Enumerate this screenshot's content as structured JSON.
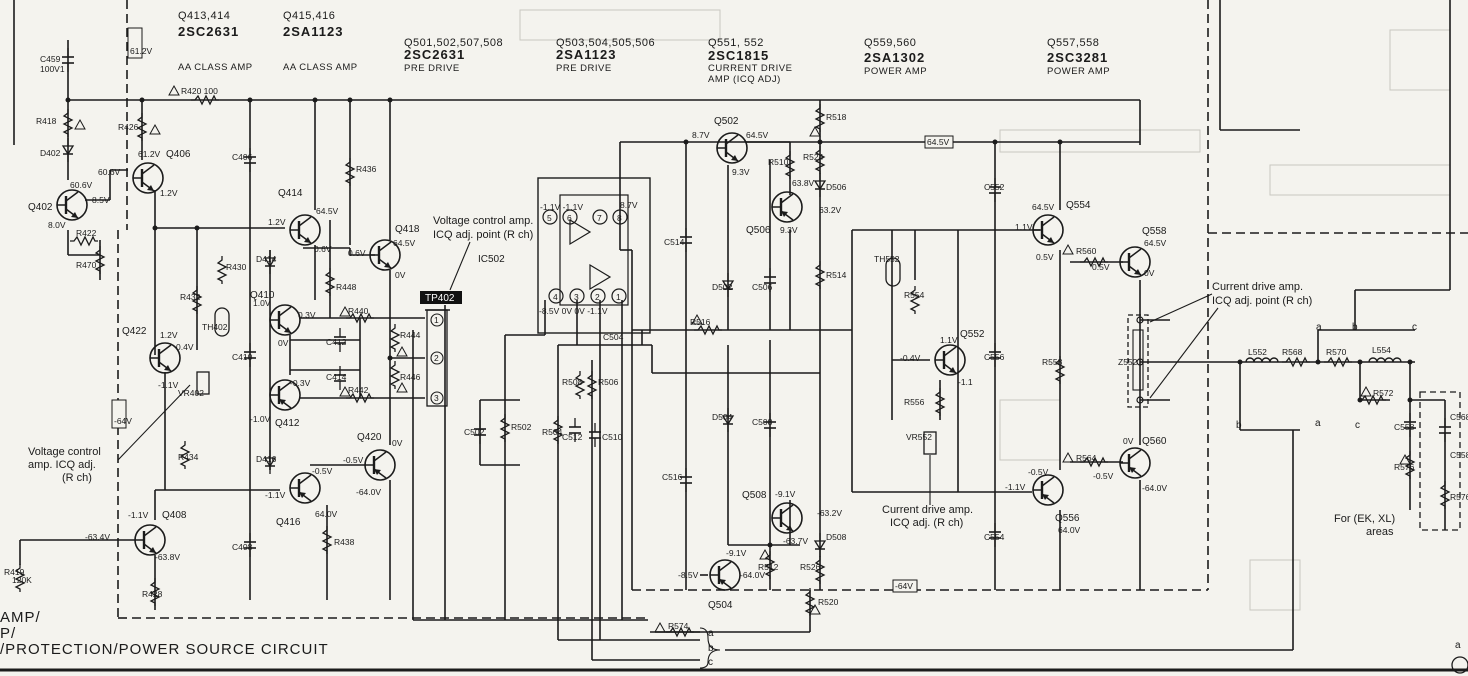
{
  "headers": [
    {
      "ref": "Q413,414",
      "type": "2SC2631",
      "func": "AA CLASS AMP"
    },
    {
      "ref": "Q415,416",
      "type": "2SA1123",
      "func": "AA CLASS AMP"
    },
    {
      "ref": "Q501,502,507,508",
      "type": "2SC2631",
      "func": "PRE DRIVE"
    },
    {
      "ref": "Q503,504,505,506",
      "type": "2SA1123",
      "func": "PRE DRIVE"
    },
    {
      "ref": "Q551, 552",
      "type": "2SC1815",
      "func": "CURRENT DRIVE",
      "func2": "AMP (ICQ ADJ)"
    },
    {
      "ref": "Q559,560",
      "type": "2SA1302",
      "func": "POWER AMP"
    },
    {
      "ref": "Q557,558",
      "type": "2SC3281",
      "func": "POWER AMP"
    }
  ],
  "transistors": {
    "q402": "Q402",
    "q406": "Q406",
    "q408": "Q408",
    "q410": "Q410",
    "q412": "Q412",
    "q414": "Q414",
    "q416": "Q416",
    "q418": "Q418",
    "q420": "Q420",
    "q422": "Q422",
    "q502": "Q502",
    "q504": "Q504",
    "q506": "Q506",
    "q508": "Q508",
    "q552": "Q552",
    "q554": "Q554",
    "q556": "Q556",
    "q558": "Q558",
    "q560": "Q560"
  },
  "ic": {
    "name": "IC502",
    "pins_top": [
      "5",
      "6",
      "7",
      "8"
    ],
    "pins_bottom": [
      "4",
      "3",
      "2",
      "1"
    ],
    "v_top": "-1.1V -1.1V",
    "v_top_r": "8.7V",
    "v_bot": "-8.5V  0V  0V -1.1V"
  },
  "testpoint": {
    "label": "TP402",
    "pins": [
      "1",
      "2",
      "3"
    ]
  },
  "components": {
    "c459": "C459",
    "c459v": "100V1",
    "r418": "R418",
    "d402": "D402",
    "r420": "R420  100",
    "r426": "R426",
    "c406": "C406",
    "r436": "R436",
    "r422": "R422",
    "r470": "R470",
    "d414": "D414",
    "r430": "R430",
    "r432": "R432",
    "th402": "TH402",
    "r448": "R448",
    "r440": "R440",
    "c412": "C412",
    "r444": "R444",
    "c410": "C410",
    "c414": "C414",
    "r442": "R442",
    "r446": "R446",
    "vr402": "VR402",
    "r434": "R434",
    "d416": "D416",
    "c408": "C408",
    "r438": "R438",
    "r428": "R428",
    "r419": "R419",
    "r419v": "120K",
    "r518": "R518",
    "r510": "R510",
    "r524": "R524",
    "d506": "D506",
    "c514": "C514",
    "d502": "D502",
    "r516": "R516",
    "c506": "C506",
    "r514": "R514",
    "c502": "C502",
    "r502": "R502",
    "c504": "C504",
    "r508": "R508",
    "r506": "R506",
    "r504": "R504",
    "c512": "C512",
    "c510": "C510",
    "c516": "C516",
    "d504": "D504",
    "c508": "C508",
    "r512": "R512",
    "r526": "R526",
    "d508": "D508",
    "r520": "R520",
    "r574": "R574",
    "c552": "C552",
    "th552": "TH552",
    "r554": "R554",
    "c556": "C556",
    "r556": "R556",
    "vr552": "VR552",
    "c554": "C554",
    "r558": "R558",
    "r560": "R560",
    "r564": "R564",
    "z552": "Z552",
    "l552": "L552",
    "r568": "R568",
    "r570": "R570",
    "l554": "L554",
    "r572": "R572",
    "c558": "C558",
    "r576": "R576",
    "c568": "C568",
    "c558b": "C558",
    "r576b": "R576"
  },
  "voltages": {
    "v612top": "61.2V",
    "v606": "60.6V",
    "v606b": "60.6V",
    "v85": "8.5V",
    "v80": "8.0V",
    "v612": "61.2V",
    "v12": "1.2V",
    "v12b": "1.2V",
    "v645a": "64.5V",
    "v06a": "0.6V",
    "v06b": "0.6V",
    "v645b": "64.5V",
    "v0a": "0V",
    "v10": "1.0V",
    "v03a": "0.3V",
    "v0b": "0V",
    "v12c": "1.2V",
    "v04": "0.4V",
    "vm11a": "-1.1V",
    "vm10": "-1.0V",
    "vm03": "-0.3V",
    "vm05a": "-0.5V",
    "vm05b": "-0.5V",
    "v0c": "0V",
    "vm11b": "-1.1V",
    "v640a": "64.0V",
    "vm640": "-64.0V",
    "vm11c": "-1.1V",
    "vm634": "-63.4V",
    "vm638": "-63.8V",
    "v64": "-64V",
    "v87": "8.7V",
    "v645c": "64.5V",
    "v93a": "9.3V",
    "v638": "63.8V",
    "v632": "63.2V",
    "v93b": "9.3V",
    "vm91a": "-9.1V",
    "vm632": "-63.2V",
    "vm91b": "-9.1V",
    "vm85": "-8.5V",
    "vm640b": "-64.0V",
    "vm637": "-63.7V",
    "v645rail": "64.5V",
    "v645d": "64.5V",
    "v11a": "1.1V",
    "v05a": "0.5V",
    "v05b": "0.5V",
    "v645e": "64.5V",
    "v0d": "0V",
    "vm04": "-0.4V",
    "v11b": "1.1V",
    "vm1": "-1.1",
    "v0e": "0V",
    "vm05c": "-0.5V",
    "vm05d": "-0.5V",
    "vm11d": "-1.1V",
    "vm640c": "-64.0V",
    "v640b": "64.0V",
    "vm64rail": "-64V"
  },
  "annotations": {
    "vc_amp_1": "Voltage control amp.",
    "vc_amp_2": "ICQ adj. point (R ch)",
    "vc_left_1": "Voltage control",
    "vc_left_2": "amp. ICQ adj.",
    "vc_left_3": "(R ch)",
    "cd_right_1": "Current drive amp.",
    "cd_right_2": "ICQ adj. point (R ch)",
    "cd_mid_1": "Current drive amp.",
    "cd_mid_2": "ICQ adj. (R ch)",
    "areas_1": "For (EK, XL)",
    "areas_2": "areas"
  },
  "buses": {
    "a": "a",
    "b": "b",
    "c": "c",
    "a2": "a",
    "b2": "b",
    "c2": "c",
    "a3": "a",
    "b3": "b",
    "c3": "c",
    "a4": "a"
  },
  "title_lines": {
    "l1": "AMP/",
    "l2": "P/",
    "l3": "/PROTECTION/POWER SOURCE CIRCUIT"
  }
}
